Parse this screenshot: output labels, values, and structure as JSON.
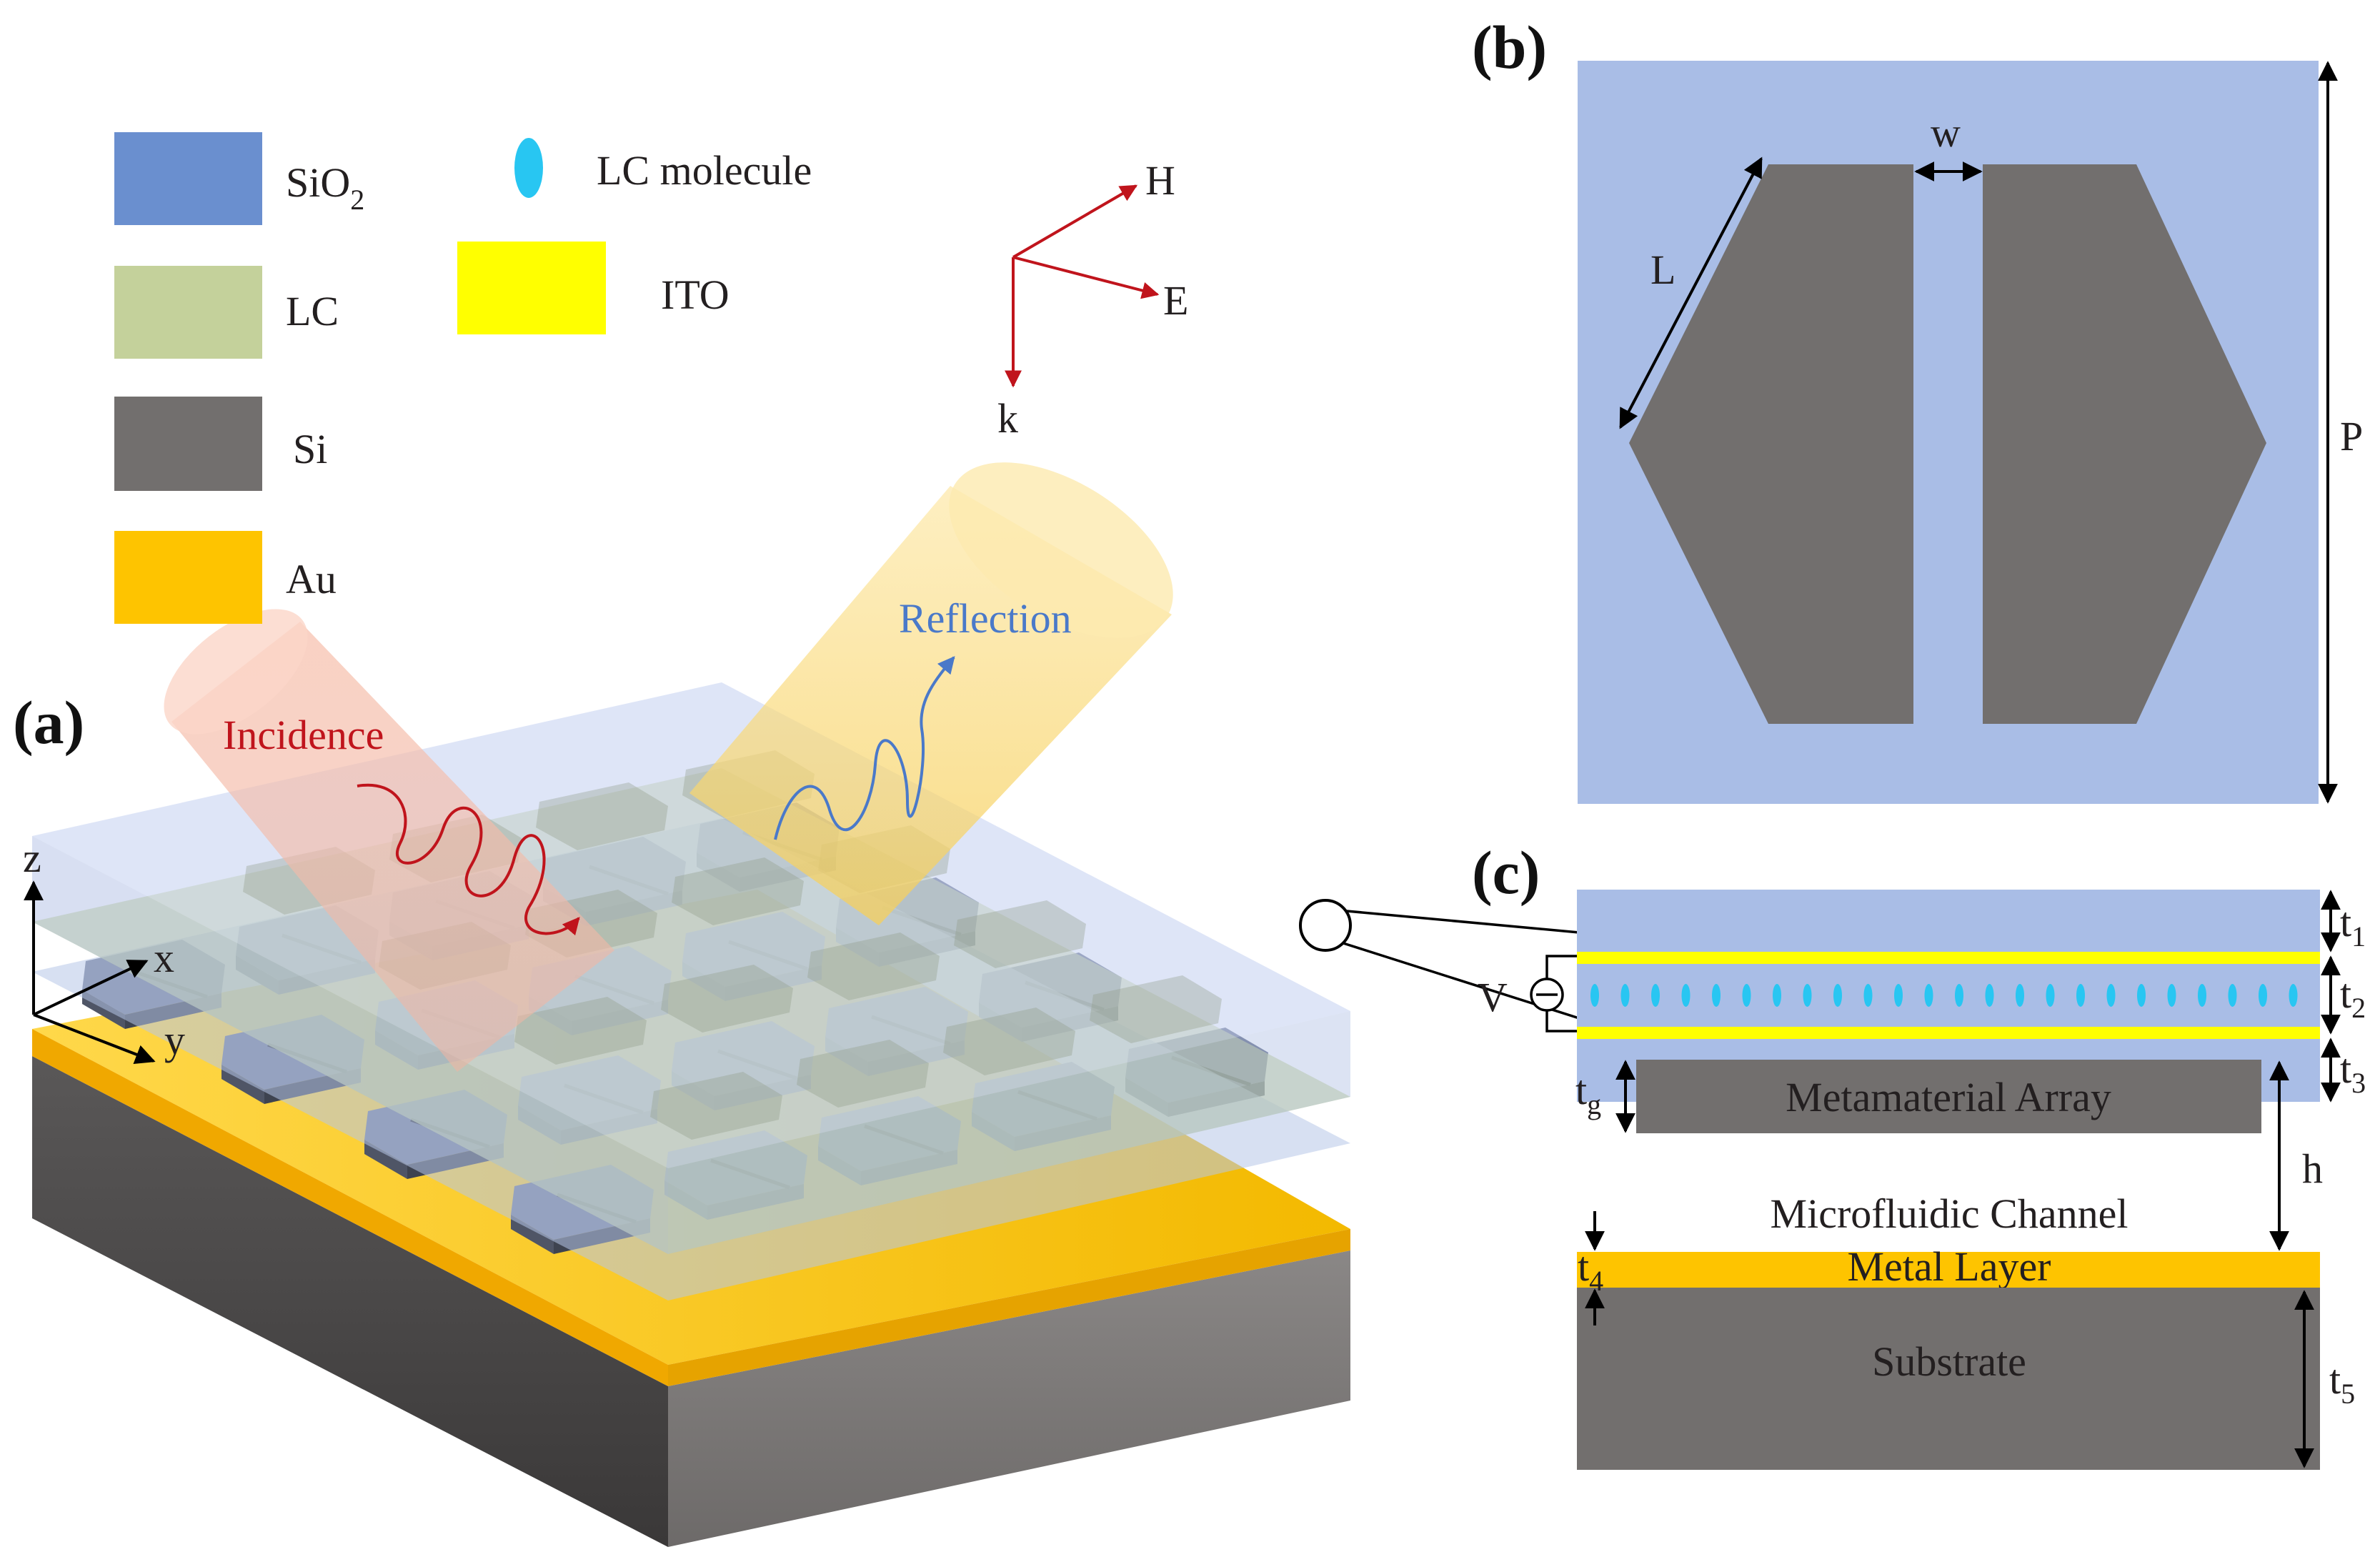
{
  "panels": {
    "a": "(a)",
    "b": "(b)",
    "c": "(c)"
  },
  "legend": [
    {
      "key": "sio2",
      "text": "SiO",
      "sub": "2",
      "color": "#6a8fcf"
    },
    {
      "key": "lc",
      "text": "LC",
      "color": "#c4d19b"
    },
    {
      "key": "si",
      "text": "Si",
      "color": "#726f6e"
    },
    {
      "key": "au",
      "text": "Au",
      "color": "#fec400"
    },
    {
      "key": "lc-molecule",
      "text": "LC molecule",
      "color": "#28c6f2"
    },
    {
      "key": "ito",
      "text": "ITO",
      "color": "#ffff00"
    }
  ],
  "axes_k": {
    "h": "H",
    "e": "E",
    "k": "k"
  },
  "coords": {
    "z": "z",
    "x": "x",
    "y": "y"
  },
  "beam_labels": {
    "incidence": "Incidence",
    "reflection": "Reflection"
  },
  "dims_b": {
    "w": "w",
    "l": "L",
    "p": "P"
  },
  "cross_section": {
    "voltage": "V",
    "metamaterial": "Metamaterial Array",
    "channel": "Microfluidic Channel",
    "metal": "Metal Layer",
    "substrate": "Substrate",
    "h": "h",
    "t1": {
      "base": "t",
      "sub": "1"
    },
    "t2": {
      "base": "t",
      "sub": "2"
    },
    "t3": {
      "base": "t",
      "sub": "3"
    },
    "tg": {
      "base": "t",
      "sub": "g"
    },
    "t4": {
      "base": "t",
      "sub": "4"
    },
    "t5": {
      "base": "t",
      "sub": "5"
    }
  },
  "colors": {
    "sio2_light": "#a9bde6",
    "si": "#726f6e",
    "au": "#fec400",
    "ito": "#ffff00",
    "lc_molecule": "#28c6f2",
    "incidence_text": "#c0141c",
    "reflection_text": "#4a79c9",
    "arrow_red": "#c0141c"
  }
}
